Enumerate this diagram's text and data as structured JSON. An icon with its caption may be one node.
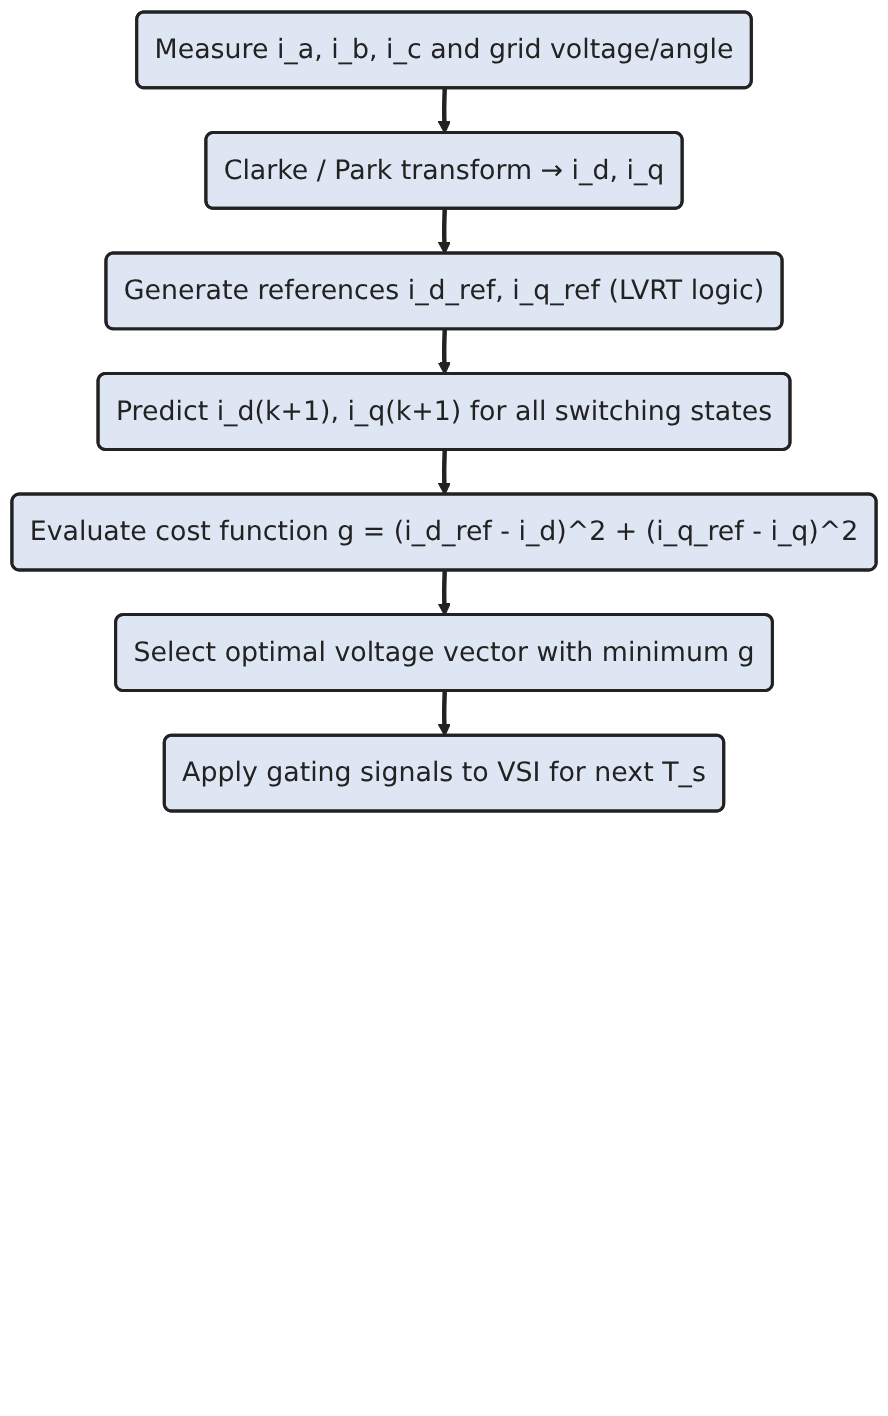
{
  "diagram": {
    "nodes": [
      {
        "text": [
          "Measure i_a, i_b, i_c and grid voltage/angle"
        ]
      },
      {
        "text": [
          "Clarke / Park transform → i_d, i_q"
        ]
      },
      {
        "text": [
          "Generate references i_d_ref, i_q_ref (LVRT logic)"
        ]
      },
      {
        "text": [
          "Predict i_d(k+1), i_q(k+1) for all switching states"
        ]
      },
      {
        "text": [
          "Evaluate cost function g = (i_d_ref - i_d)^2 + (i_q_ref - i_q)^2"
        ]
      },
      {
        "text": [
          "Select optimal voltage vector with minimum g"
        ]
      },
      {
        "text": [
          "Apply gating signals to VSI for next T_s"
        ]
      }
    ],
    "edges": [
      {
        "from": 0,
        "to": 1,
        "arrow": "to"
      },
      {
        "from": 1,
        "to": 2,
        "arrow": "to"
      },
      {
        "from": 2,
        "to": 3,
        "arrow": "to"
      },
      {
        "from": 3,
        "to": 4,
        "arrow": "to"
      },
      {
        "from": 4,
        "to": 5,
        "arrow": "to"
      },
      {
        "from": 5,
        "to": 6,
        "arrow": "to"
      }
    ]
  }
}
